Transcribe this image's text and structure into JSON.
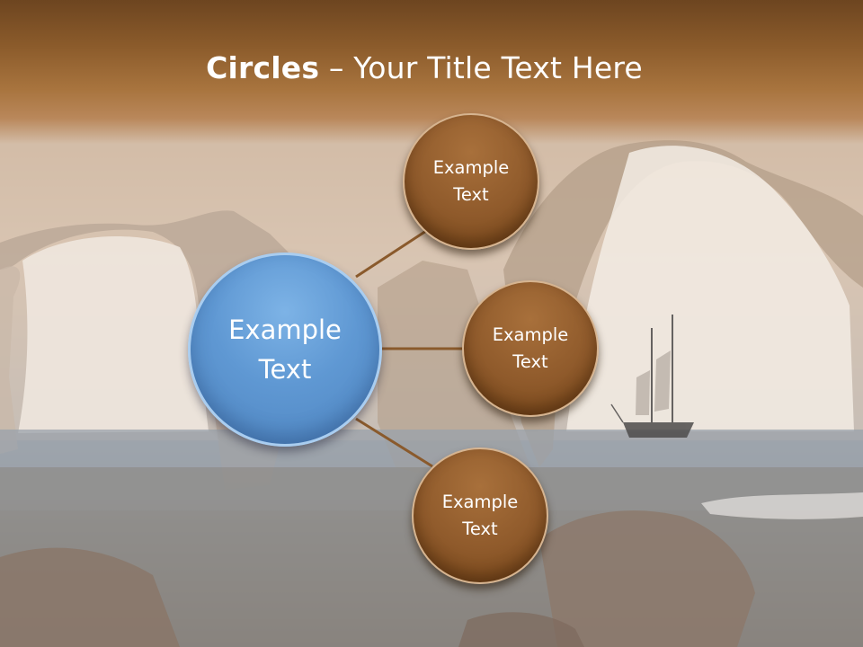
{
  "slide": {
    "title_bold": "Circles",
    "title_rest": " – Your Title Text Here"
  },
  "diagram": {
    "center": {
      "label": "Example Text",
      "line1": "Example",
      "line2": "Text"
    },
    "satellites": [
      {
        "label": "Example Text",
        "line1": "Example",
        "line2": "Text"
      },
      {
        "label": "Example Text",
        "line1": "Example",
        "line2": "Text"
      },
      {
        "label": "Example Text",
        "line1": "Example",
        "line2": "Text"
      }
    ]
  },
  "colors": {
    "title_band": "#8b5b2b",
    "center_circle": "#5f98d3",
    "satellite_circle": "#8f5a2b",
    "connector": "#8a5a2c",
    "text": "#ffffff"
  },
  "icons": {
    "background": "sea-arch-photo-icon",
    "ship": "sailing-ship-icon"
  }
}
